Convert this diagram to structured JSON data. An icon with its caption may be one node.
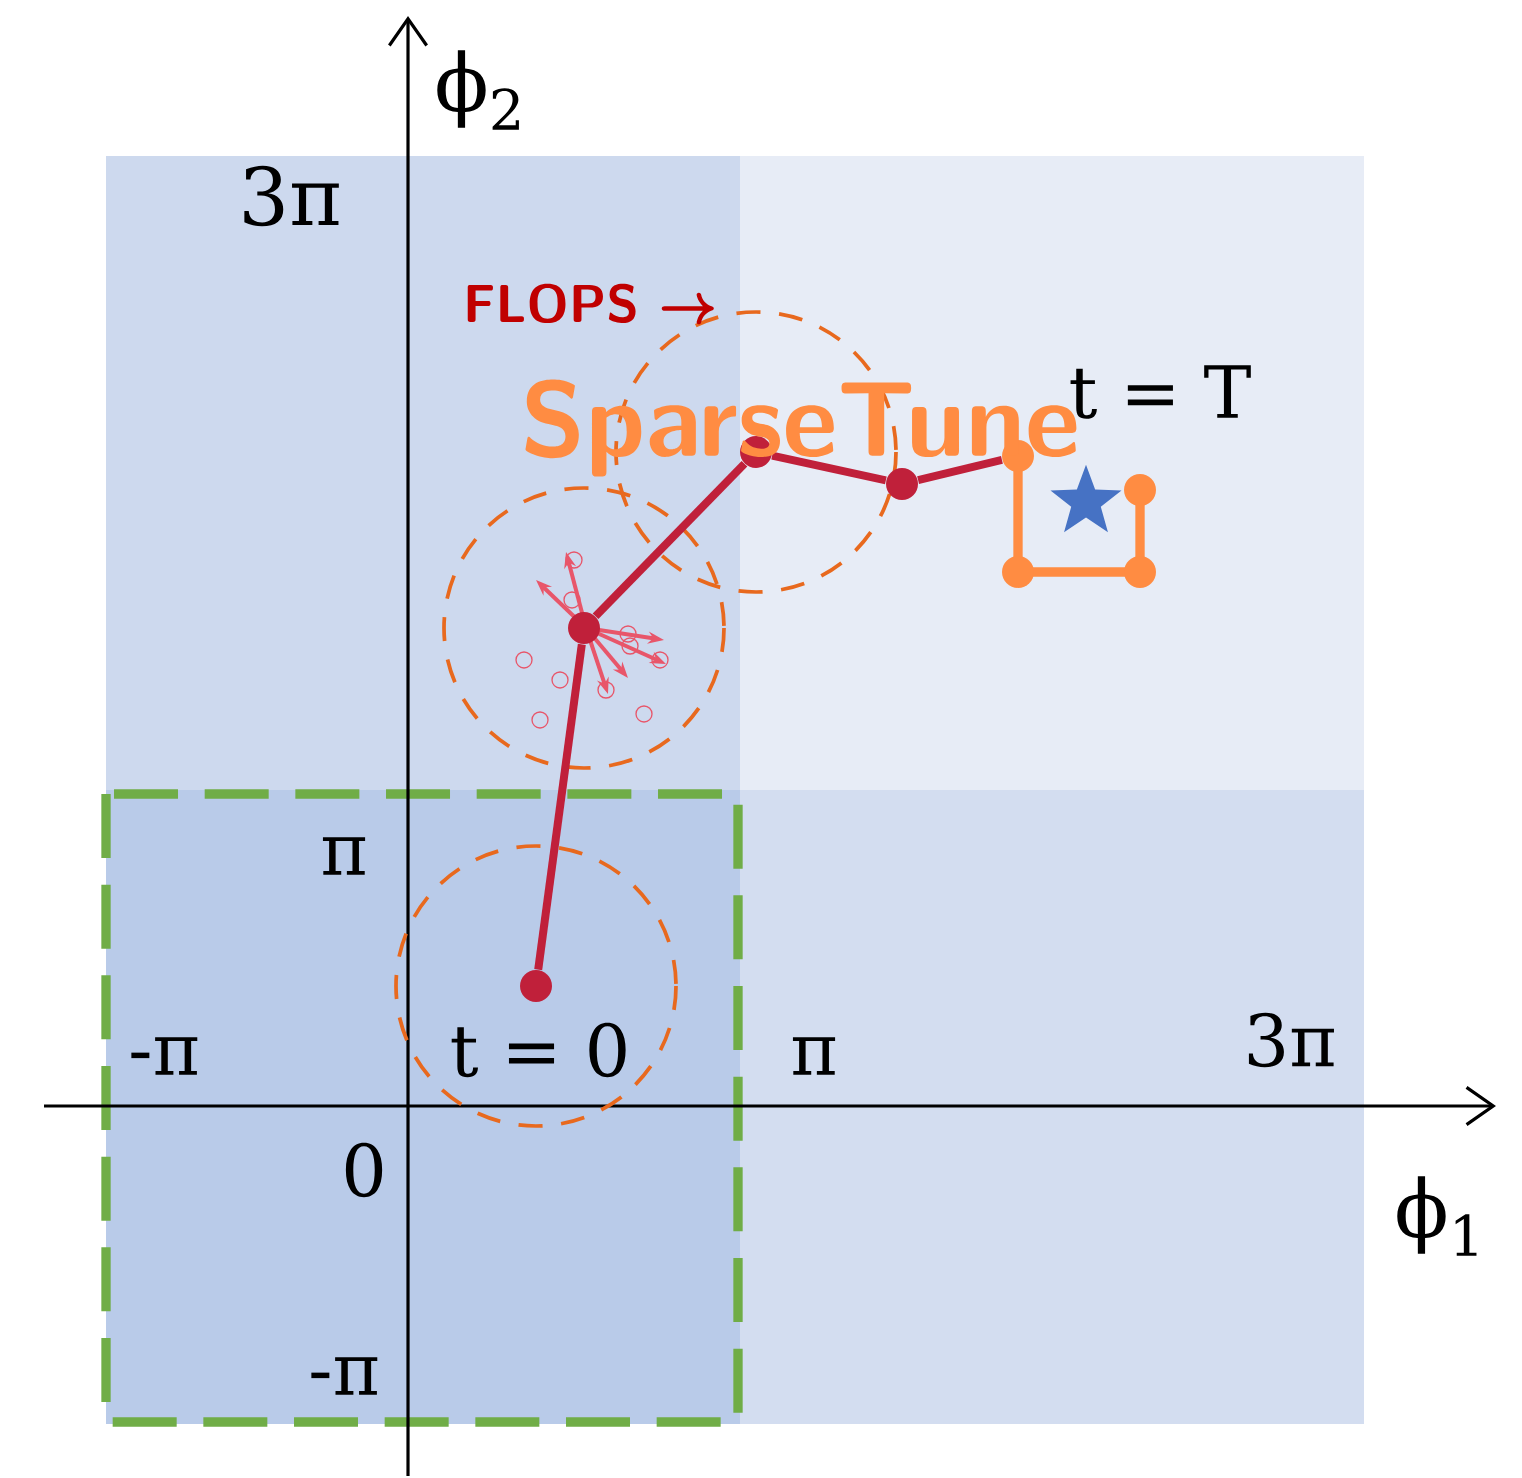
{
  "diagram": {
    "nodes": [
      {
        "text": [],
        "shape": "circle"
      },
      {
        "text": [],
        "shape": "circle"
      },
      {
        "text": [],
        "shape": "circle"
      },
      {
        "text": [],
        "shape": "circle"
      },
      {
        "text": [],
        "shape": "circle"
      }
    ],
    "edges": [
      {
        "from": 0,
        "to": 1,
        "arrow": "none"
      },
      {
        "from": 1,
        "to": 2,
        "arrow": "none"
      },
      {
        "from": 2,
        "to": 3,
        "arrow": "none"
      },
      {
        "from": 3,
        "to": 4,
        "arrow": "none"
      }
    ],
    "labels": [
      "ϕ$_{2}$",
      "3π",
      "FLOPS →",
      "t = T",
      "SparseTune",
      "π",
      "-π",
      "t = 0",
      "π",
      "3π",
      "0",
      "ϕ$_{1}$",
      "-π"
    ]
  }
}
